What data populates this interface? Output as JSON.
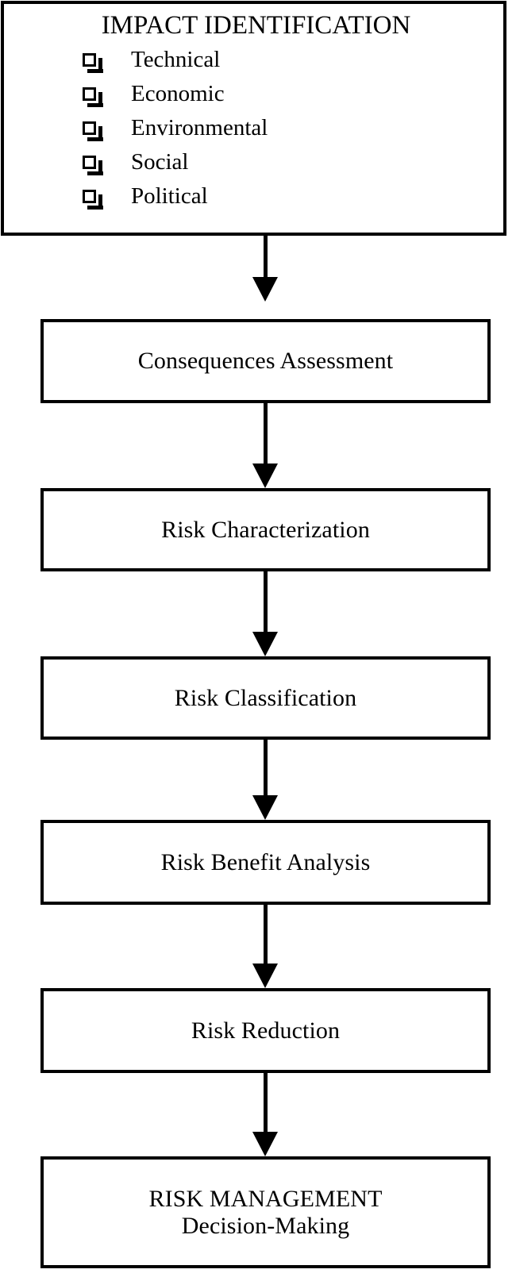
{
  "diagram": {
    "title": "Risk management process flowchart",
    "orientation": "vertical-top-down",
    "colors": {
      "stroke": "#000000",
      "fill": "#ffffff",
      "text": "#000000"
    },
    "impact_box": {
      "heading": "IMPACT IDENTIFICATION",
      "bullet_icon": "checkbox-shadow-icon",
      "items": [
        {
          "label": "Technical"
        },
        {
          "label": "Economic"
        },
        {
          "label": "Environmental"
        },
        {
          "label": "Social"
        },
        {
          "label": "Political"
        }
      ]
    },
    "steps": [
      {
        "id": "consequences-assessment",
        "label": "Consequences Assessment"
      },
      {
        "id": "risk-characterization",
        "label": "Risk Characterization"
      },
      {
        "id": "risk-classification",
        "label": "Risk Classification"
      },
      {
        "id": "risk-benefit-analysis",
        "label": "Risk Benefit Analysis"
      },
      {
        "id": "risk-reduction",
        "label": "Risk Reduction"
      }
    ],
    "final_box": {
      "line1": "RISK MANAGEMENT",
      "line2": "Decision-Making"
    },
    "arrows": [
      {
        "from": "impact-identification",
        "to": "consequences-assessment",
        "head": "arrowhead-down-icon"
      },
      {
        "from": "consequences-assessment",
        "to": "risk-characterization",
        "head": "arrowhead-down-icon"
      },
      {
        "from": "risk-characterization",
        "to": "risk-classification",
        "head": "arrowhead-down-icon"
      },
      {
        "from": "risk-classification",
        "to": "risk-benefit-analysis",
        "head": "arrowhead-down-icon"
      },
      {
        "from": "risk-benefit-analysis",
        "to": "risk-reduction",
        "head": "arrowhead-down-icon"
      },
      {
        "from": "risk-reduction",
        "to": "risk-management",
        "head": "arrowhead-down-icon"
      }
    ]
  }
}
